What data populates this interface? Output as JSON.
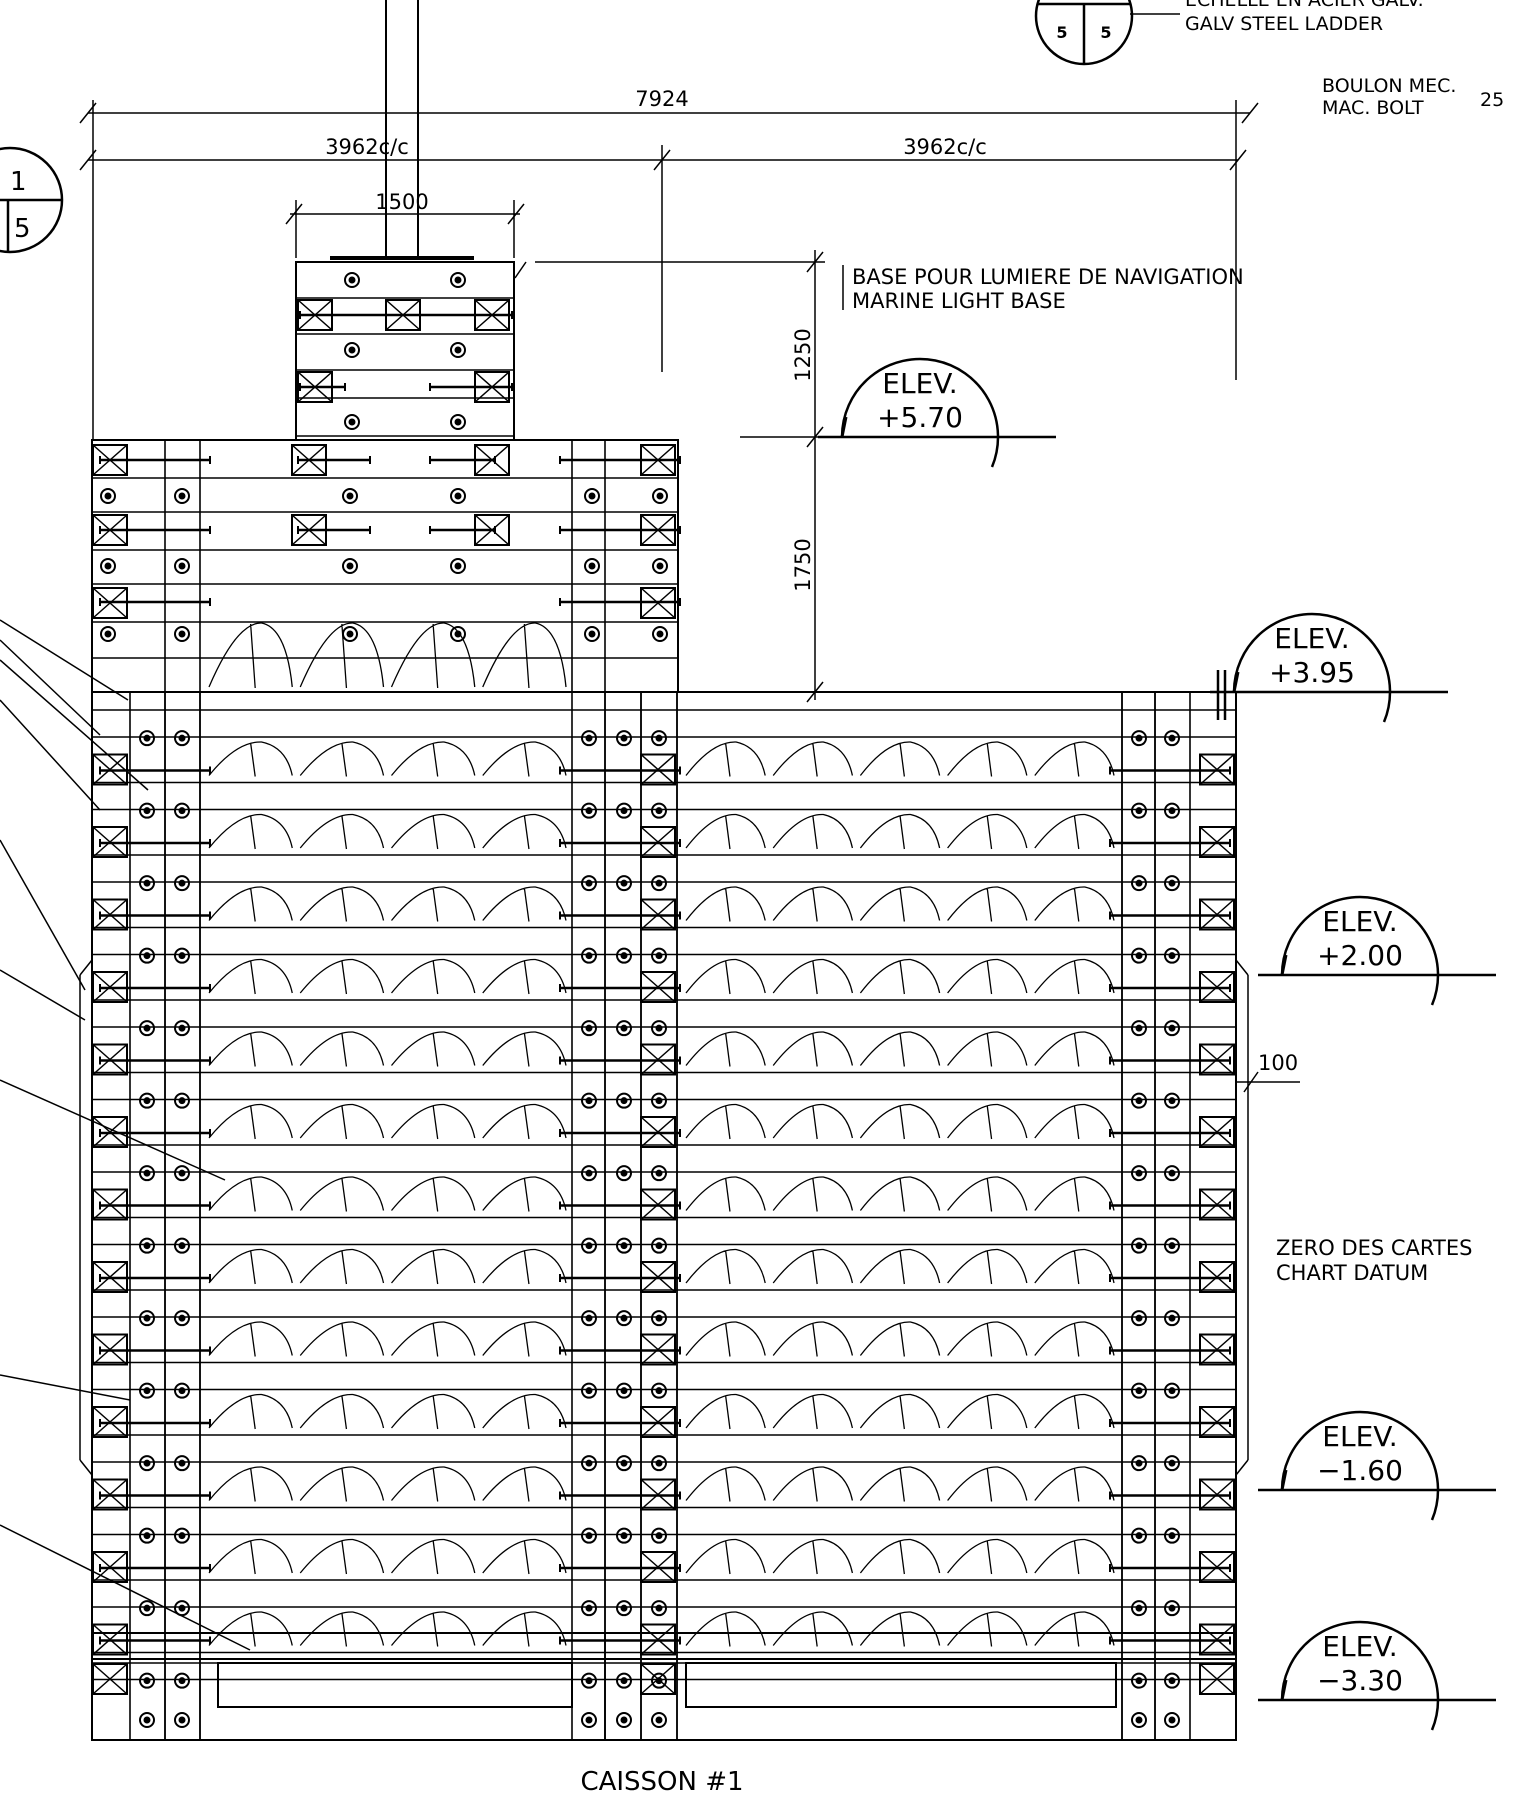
{
  "header": {
    "ladder_fr": "ECHELLE EN ACIER GALV.",
    "ladder_en": "GALV STEEL LADDER",
    "ladder_ref_left": "5",
    "ladder_ref_right": "5",
    "bolt_fr": "BOULON MEC.",
    "bolt_en": "MAC. BOLT",
    "bolt_size": "25"
  },
  "section_ref": {
    "top": "1",
    "bottom": "5"
  },
  "dimensions": {
    "overall": "7924",
    "left_bay": "3962c/c",
    "right_bay": "3962c/c",
    "light_base_width": "1500",
    "light_base_height": "1250",
    "upper_height": "1750",
    "offset": "100"
  },
  "labels": {
    "light_base_fr": "BASE POUR LUMIERE DE NAVIGATION",
    "light_base_en": "MARINE LIGHT BASE",
    "datum_fr": "ZERO DES CARTES",
    "datum_en": "CHART DATUM",
    "title": "CAISSON #1"
  },
  "elevations": [
    {
      "tag": "ELEV.",
      "value": "+5.70"
    },
    {
      "tag": "ELEV.",
      "value": "+3.95"
    },
    {
      "tag": "ELEV.",
      "value": "+2.00"
    },
    {
      "tag": "ELEV.",
      "value": "−1.60"
    },
    {
      "tag": "ELEV.",
      "value": "−3.30"
    }
  ],
  "colors": {
    "line": "#000000",
    "paper": "#ffffff"
  }
}
